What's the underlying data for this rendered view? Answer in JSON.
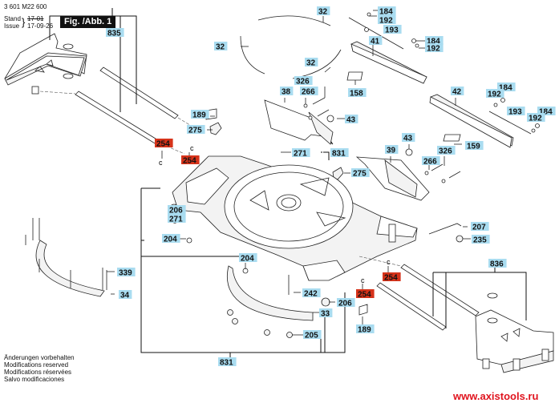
{
  "header": {
    "part_number": "3 601 M22 600",
    "stand_label": "Stand",
    "issue_label": "Issue",
    "stand_value": "17-01",
    "issue_value": "17-09-26",
    "figure_label": "Fig. /Abb. 1"
  },
  "footer": {
    "notes": [
      "Änderungen vorbehalten",
      "Modifications reserved",
      "Modifications réservées",
      "Salvo modificaciones"
    ],
    "website": "www.axistools.ru"
  },
  "colors": {
    "label_bg": "#a9dcf0",
    "highlight_label_bg": "#d6331a",
    "website_text": "#e0141e",
    "figure_badge_bg": "#111111"
  },
  "callouts": [
    {
      "id": "c835",
      "text": "835",
      "highlight": false
    },
    {
      "id": "c32a",
      "text": "32",
      "highlight": false
    },
    {
      "id": "c32b",
      "text": "32",
      "highlight": false
    },
    {
      "id": "c32c",
      "text": "32",
      "highlight": false
    },
    {
      "id": "c184a",
      "text": "184",
      "highlight": false
    },
    {
      "id": "c192a",
      "text": "192",
      "highlight": false
    },
    {
      "id": "c193a",
      "text": "193",
      "highlight": false
    },
    {
      "id": "c41",
      "text": "41",
      "highlight": false
    },
    {
      "id": "c184b",
      "text": "184",
      "highlight": false
    },
    {
      "id": "c192b",
      "text": "192",
      "highlight": false
    },
    {
      "id": "c42",
      "text": "42",
      "highlight": false
    },
    {
      "id": "c184c",
      "text": "184",
      "highlight": false
    },
    {
      "id": "c192c",
      "text": "192",
      "highlight": false
    },
    {
      "id": "c193b",
      "text": "193",
      "highlight": false
    },
    {
      "id": "c184d",
      "text": "184",
      "highlight": false
    },
    {
      "id": "c192d",
      "text": "192",
      "highlight": false
    },
    {
      "id": "c326a",
      "text": "326",
      "highlight": false
    },
    {
      "id": "c38",
      "text": "38",
      "highlight": false
    },
    {
      "id": "c266a",
      "text": "266",
      "highlight": false
    },
    {
      "id": "c158",
      "text": "158",
      "highlight": false
    },
    {
      "id": "c189a",
      "text": "189",
      "highlight": false
    },
    {
      "id": "c43a",
      "text": "43",
      "highlight": false
    },
    {
      "id": "c275a",
      "text": "275",
      "highlight": false
    },
    {
      "id": "c254a",
      "text": "254",
      "highlight": true
    },
    {
      "id": "c254b",
      "text": "254",
      "highlight": true
    },
    {
      "id": "c271a",
      "text": "271",
      "highlight": false
    },
    {
      "id": "c831a",
      "text": "831",
      "highlight": false
    },
    {
      "id": "c43b",
      "text": "43",
      "highlight": false
    },
    {
      "id": "c39",
      "text": "39",
      "highlight": false
    },
    {
      "id": "c159",
      "text": "159",
      "highlight": false
    },
    {
      "id": "c326b",
      "text": "326",
      "highlight": false
    },
    {
      "id": "c266b",
      "text": "266",
      "highlight": false
    },
    {
      "id": "c275b",
      "text": "275",
      "highlight": false
    },
    {
      "id": "c206a",
      "text": "206",
      "highlight": false
    },
    {
      "id": "c271b",
      "text": "271",
      "highlight": false
    },
    {
      "id": "c204a",
      "text": "204",
      "highlight": false
    },
    {
      "id": "c207",
      "text": "207",
      "highlight": false
    },
    {
      "id": "c235",
      "text": "235",
      "highlight": false
    },
    {
      "id": "c339",
      "text": "339",
      "highlight": false
    },
    {
      "id": "c204b",
      "text": "204",
      "highlight": false
    },
    {
      "id": "c836",
      "text": "836",
      "highlight": false
    },
    {
      "id": "c254c",
      "text": "254",
      "highlight": true
    },
    {
      "id": "c34",
      "text": "34",
      "highlight": false
    },
    {
      "id": "c242",
      "text": "242",
      "highlight": false
    },
    {
      "id": "c254d",
      "text": "254",
      "highlight": true
    },
    {
      "id": "c206b",
      "text": "206",
      "highlight": false
    },
    {
      "id": "c33",
      "text": "33",
      "highlight": false
    },
    {
      "id": "c189b",
      "text": "189",
      "highlight": false
    },
    {
      "id": "c205",
      "text": "205",
      "highlight": false
    },
    {
      "id": "c831b",
      "text": "831",
      "highlight": false
    }
  ]
}
